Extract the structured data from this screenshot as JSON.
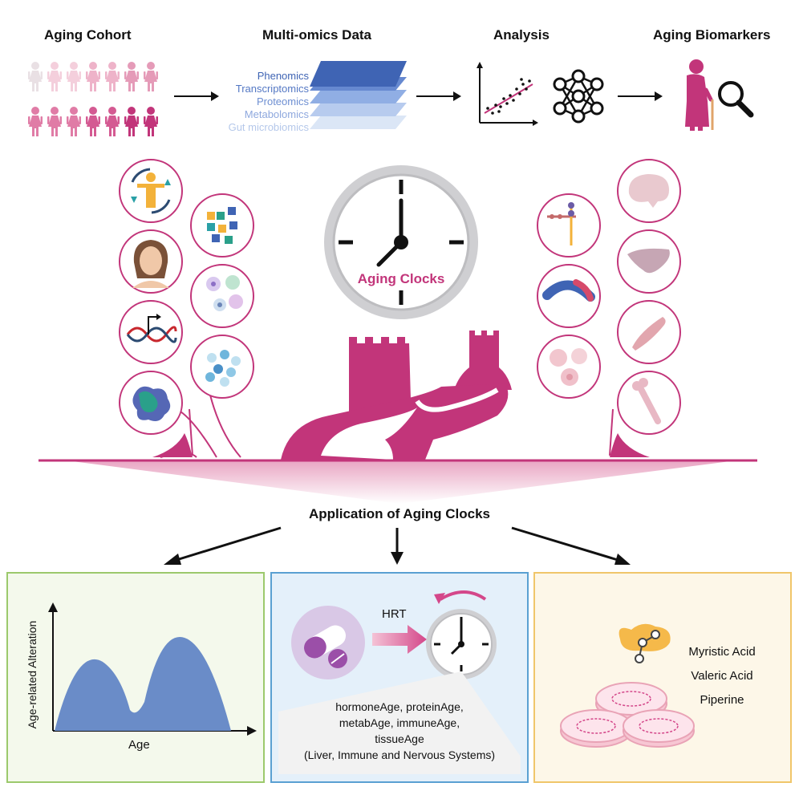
{
  "header": {
    "cohort": "Aging Cohort",
    "omics": "Multi-omics Data",
    "analysis": "Analysis",
    "biomarkers": "Aging Biomarkers"
  },
  "omics_layers": [
    "Phenomics",
    "Transcriptomics",
    "Proteomics",
    "Metabolomics",
    "Gut microbiomics"
  ],
  "clock": {
    "label": "Aging Clocks"
  },
  "application": {
    "title": "Application of Aging Clocks"
  },
  "panel_alteration": {
    "ylabel": "Age-related Alteration",
    "xlabel": "Age"
  },
  "panel_hrt": {
    "arrow_label": "HRT",
    "line1": "hormoneAge, proteinAge,",
    "line2": "metabAge, immuneAge,",
    "line3": "tissueAge",
    "line4": "(Liver, Immune and Nervous Systems)"
  },
  "panel_compounds": {
    "items": [
      "Myristic Acid",
      "Valeric Acid",
      "Piperine"
    ]
  },
  "colors": {
    "magenta": "#c2357a",
    "blue": "#3f64b4",
    "green_border": "#9cc96c",
    "blue_border": "#5aa0d2",
    "yellow_border": "#f0c66a"
  }
}
